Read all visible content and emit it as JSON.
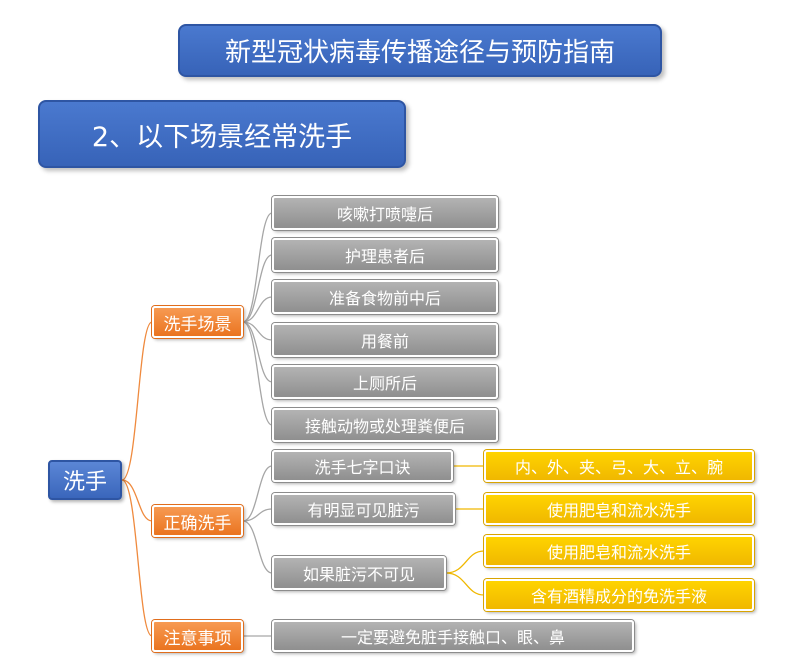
{
  "header": {
    "title": "新型冠状病毒传播途径与预防指南",
    "section": "2、以下场景经常洗手"
  },
  "tree": {
    "root": "洗手",
    "branches": [
      {
        "label": "洗手场景",
        "children": [
          "咳嗽打喷嚏后",
          "护理患者后",
          "准备食物前中后",
          "用餐前",
          "上厕所后",
          "接触动物或处理粪便后"
        ]
      },
      {
        "label": "正确洗手",
        "children": [
          {
            "label": "洗手七字口诀",
            "details": [
              "内、外、夹、弓、大、立、腕"
            ]
          },
          {
            "label": "有明显可见脏污",
            "details": [
              "使用肥皂和流水洗手"
            ]
          },
          {
            "label": "如果脏污不可见",
            "details": [
              "使用肥皂和流水洗手",
              "含有酒精成分的免洗手液"
            ]
          }
        ]
      },
      {
        "label": "注意事项",
        "children": [
          "一定要避免脏手接触口、眼、鼻"
        ]
      }
    ]
  },
  "colors": {
    "title_blue": "#3763b8",
    "root_blue": "#3a66bb",
    "branch_orange": "#ea7420",
    "leaf_gray": "#999999",
    "detail_yellow": "#f5c000",
    "connector_orange": "#ef8a3e",
    "connector_gray": "#a6a6a6"
  }
}
